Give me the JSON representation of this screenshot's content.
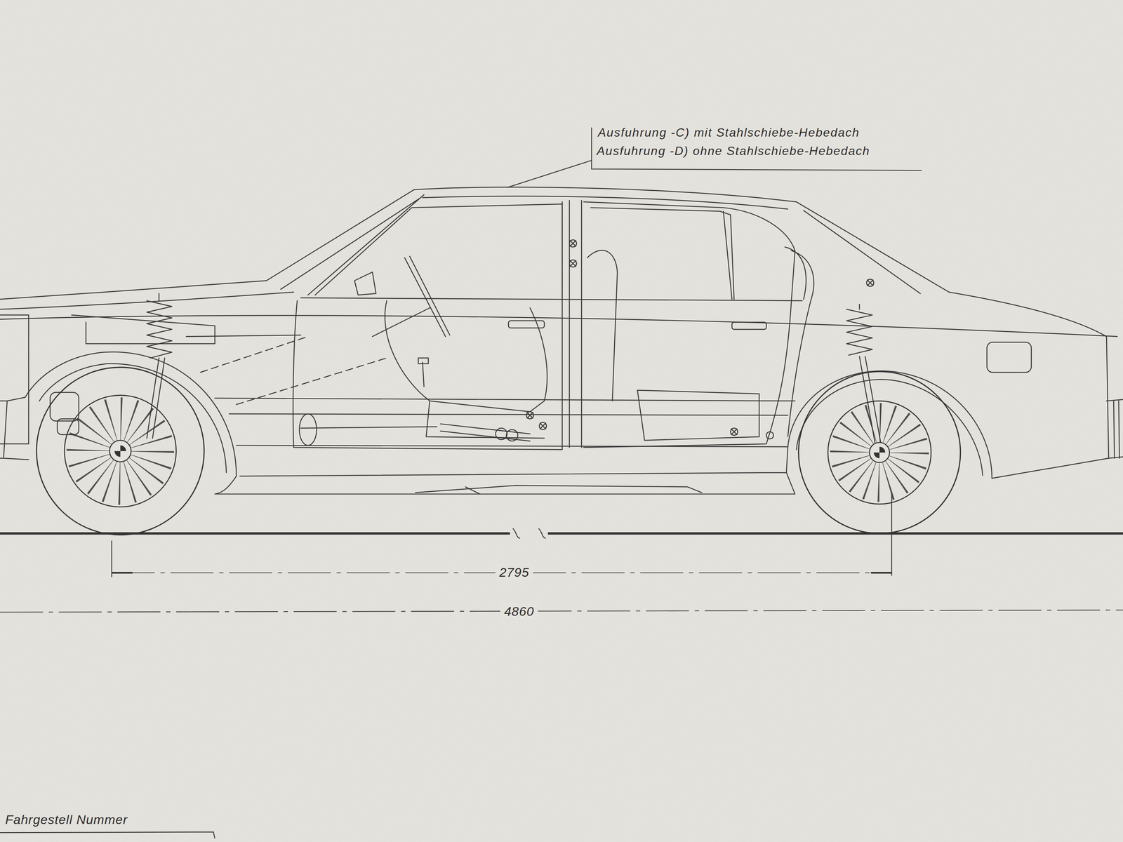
{
  "diagram": {
    "labels": [
      "Ausfuhrung -C) mit Stahlschiebe-Hebedach",
      "Ausfuhrung -D) ohne Stahlschiebe-Hebedach",
      "2795",
      "4860",
      "Fahrgestell Nummer"
    ]
  }
}
